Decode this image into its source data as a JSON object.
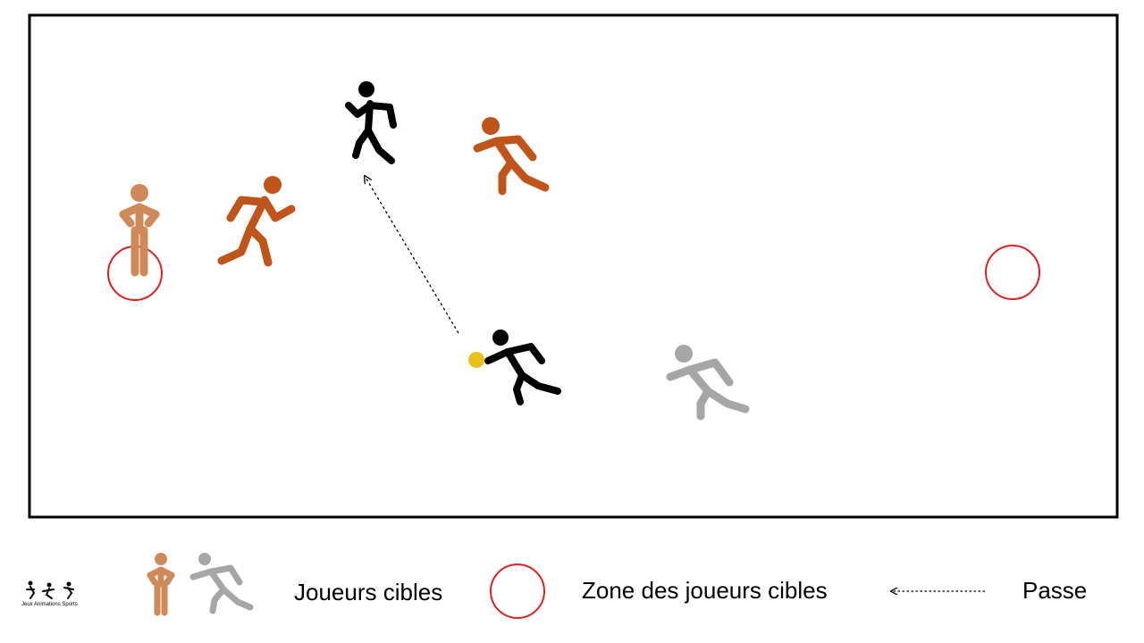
{
  "legend": {
    "targets_label": "Joueurs cibles",
    "zone_label": "Zone des joueurs cibles",
    "pass_label": "Passe"
  },
  "logo": {
    "caption": "Jeux Animations Sports"
  },
  "colors": {
    "field_border": "#000000",
    "target_zone": "#e02020",
    "target_player": "#d08a5a",
    "team_orange": "#c0541a",
    "team_black": "#000000",
    "team_grey": "#a6a6a6",
    "ball": "#e8c21a"
  },
  "icons": [
    "stick-figure-standing-icon",
    "stick-figure-running-icon",
    "ball-icon",
    "pass-arrow-icon",
    "target-zone-circle-icon",
    "logo-icon"
  ]
}
